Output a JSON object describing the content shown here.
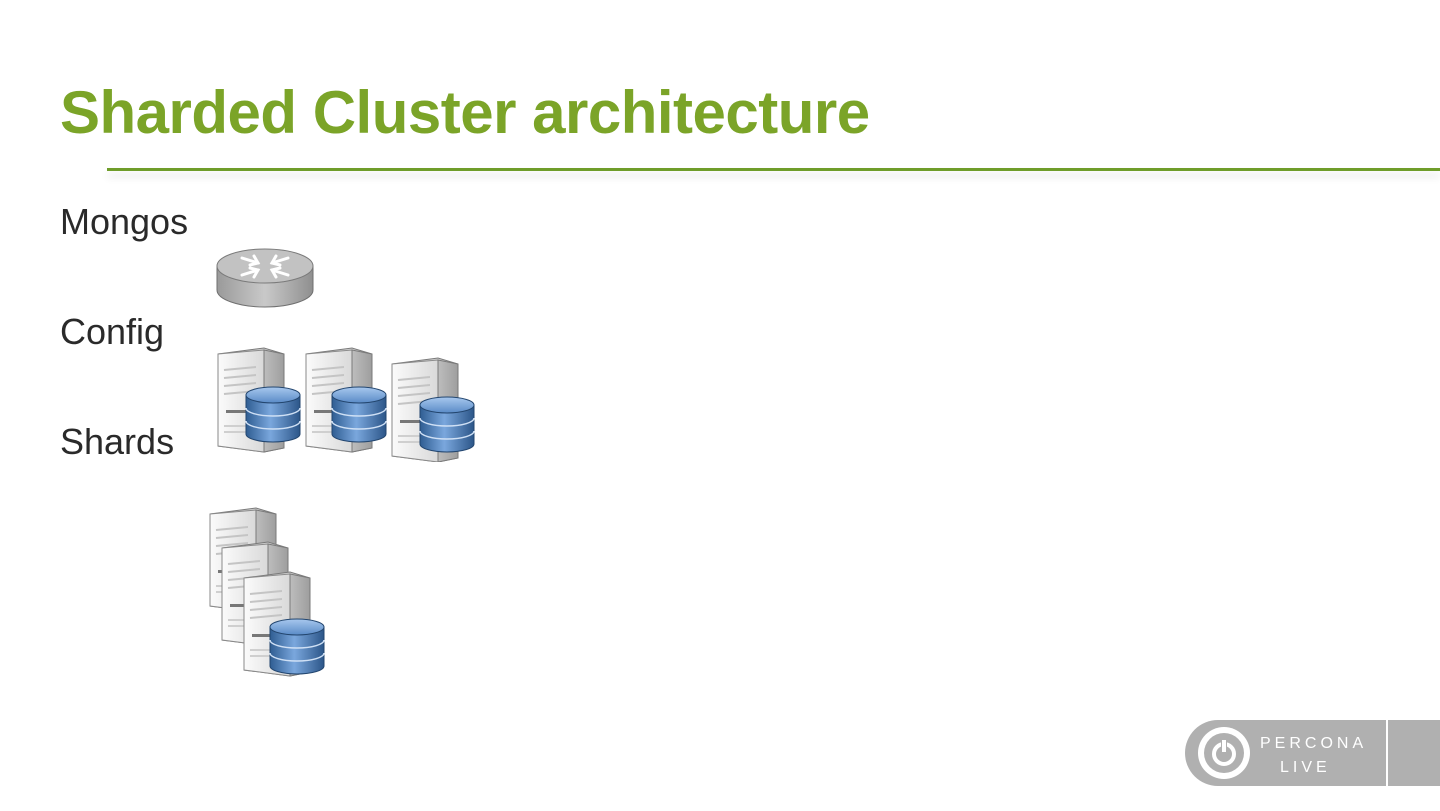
{
  "slide": {
    "title": "Sharded Cluster architecture",
    "labels": {
      "mongos": "Mongos",
      "config": "Config",
      "shards": "Shards"
    }
  },
  "icons": {
    "router": "router-icon",
    "config_servers": "database-server-icon",
    "shard_stack": "database-server-stack-icon"
  },
  "colors": {
    "title": "#7ba428",
    "rule": "#6f9d2a",
    "text": "#2a2a2a"
  },
  "logo": {
    "line1": "PERCONA",
    "line2": "LIVE"
  }
}
